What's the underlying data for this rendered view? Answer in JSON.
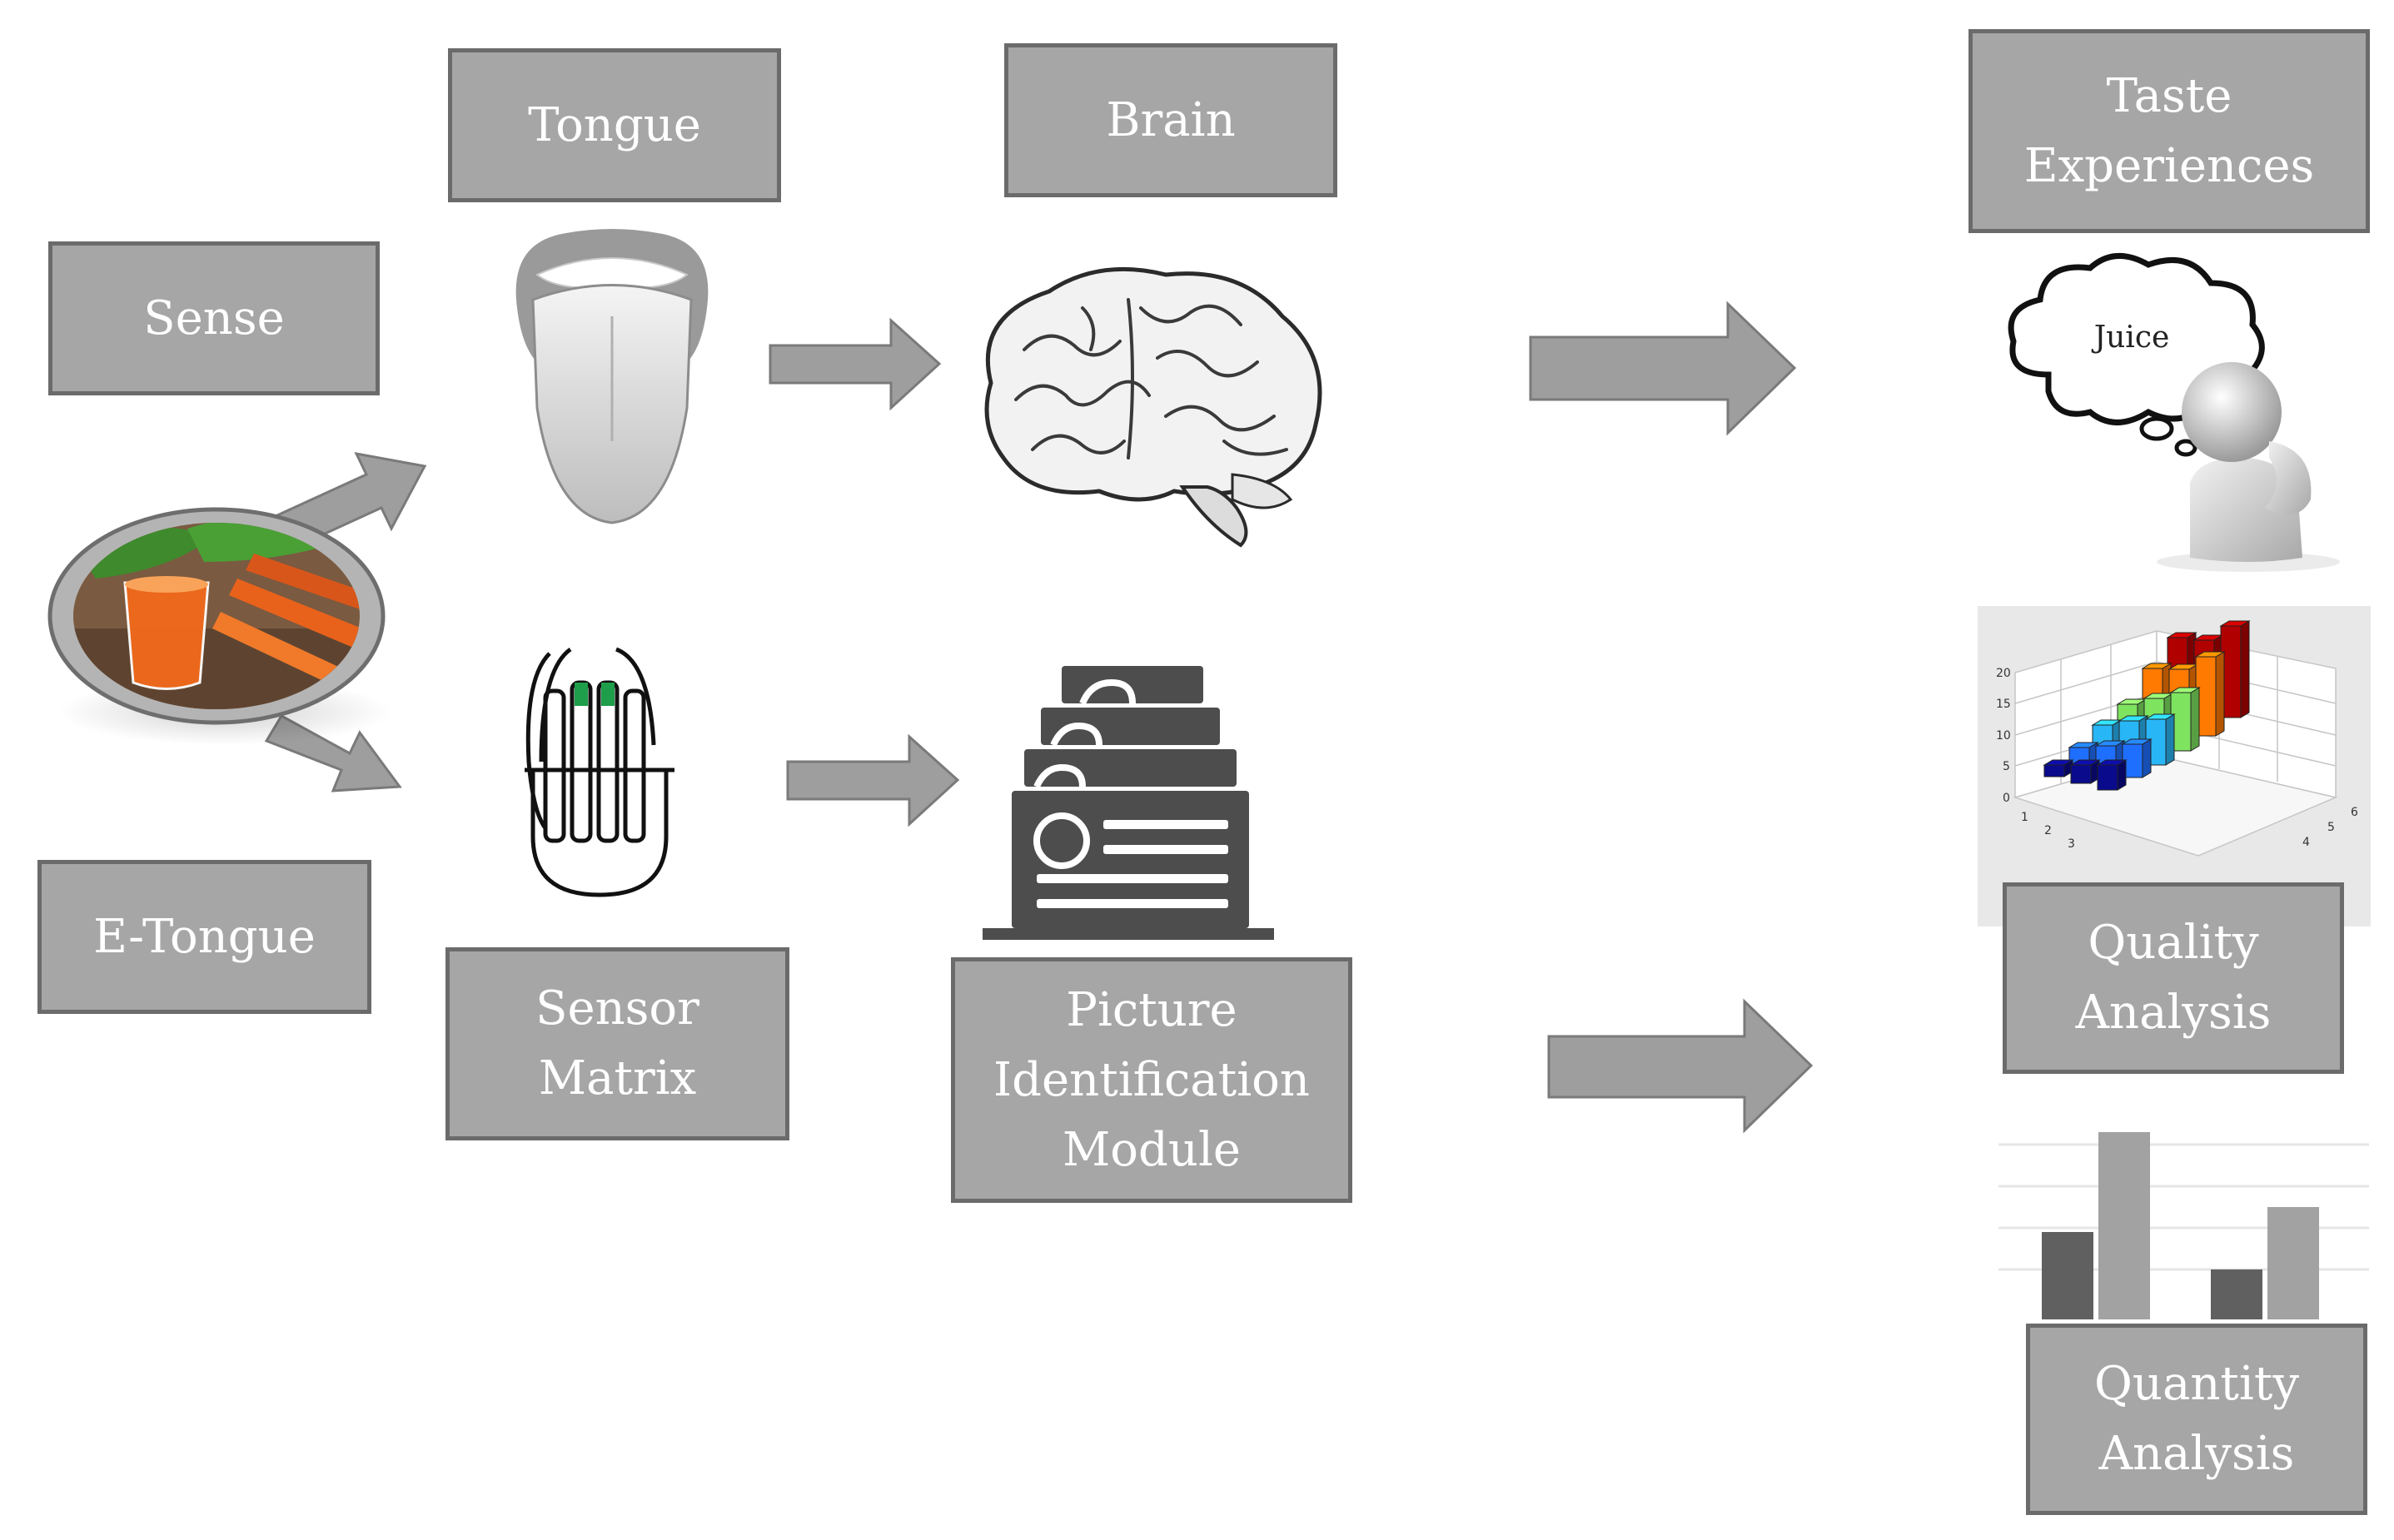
{
  "boxes": {
    "sense": [
      "Sense"
    ],
    "tongue": [
      "Tongue"
    ],
    "brain": [
      "Brain"
    ],
    "taste": [
      "Taste",
      "Experiences"
    ],
    "etongue": [
      "E-Tongue"
    ],
    "sensor": [
      "Sensor",
      "Matrix"
    ],
    "picture": [
      "Picture",
      "Identification",
      "Module"
    ],
    "quality": [
      "Quality",
      "Analysis"
    ],
    "quantity": [
      "Quantity",
      "Analysis"
    ]
  },
  "thought_bubble": {
    "text": "Juice"
  },
  "quality_chart": {
    "y_ticks": [
      "20",
      "15",
      "10",
      "5",
      "0"
    ],
    "x_ticks": [
      "1",
      "2",
      "3"
    ],
    "z_ticks": [
      "4",
      "5",
      "6"
    ]
  },
  "colors": {
    "box_fill": "#a6a6a6",
    "box_border": "#6b6b6b",
    "arrow": "#9e9e9e",
    "bar_series": [
      "#0a0a8c",
      "#1f6fff",
      "#29b6f6",
      "#7ee35f",
      "#ff7a00",
      "#b00000"
    ]
  },
  "icons": {
    "food": "carrot-juice-plate-icon",
    "tongue": "tongue-icon",
    "brain": "brain-icon",
    "sensor": "sensor-matrix-icon",
    "picture": "picture-identification-icon",
    "thinker": "thinking-person-icon",
    "quantity": "bar-chart-icon"
  }
}
